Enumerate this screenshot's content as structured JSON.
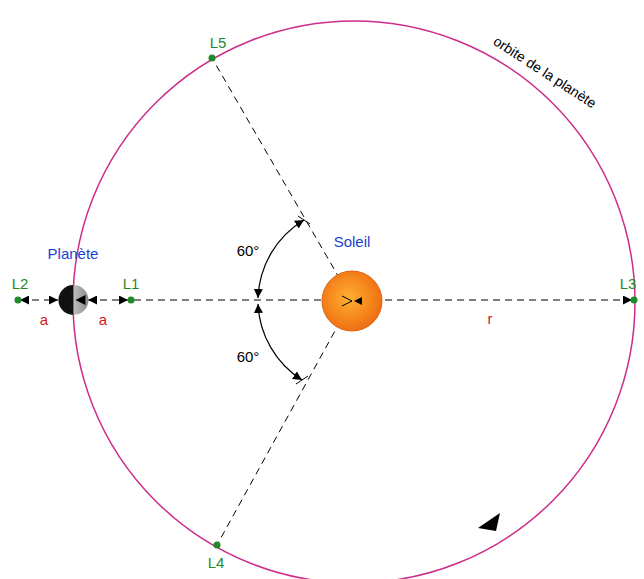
{
  "diagram": {
    "nodes": [
      {
        "text": [
          "Planète"
        ]
      },
      {
        "text": [
          "Soleil"
        ]
      }
    ],
    "labels": [
      "orbite de la planète",
      "L5",
      "L2",
      "L1",
      "L3",
      "60°",
      "60°",
      "a",
      "a",
      "r",
      "L4"
    ]
  }
}
